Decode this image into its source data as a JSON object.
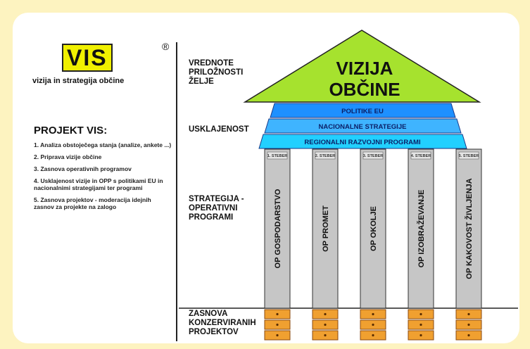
{
  "logo": {
    "text": "VIS",
    "registered": "®",
    "tagline": "vizija in strategija občine"
  },
  "project": {
    "title": "PROJEKT VIS:",
    "items": [
      "1. Analiza obstoječega stanja (analize, ankete ...)",
      "2. Priprava vizije občine",
      "3. Zasnova operativnih programov",
      "4. Usklajenost vizije in OPP s politikami EU in nacionalnimi strategijami ter programi",
      "5. Zasnova projektov - moderacija idejnih zasnov za projekte na zalogo"
    ]
  },
  "labels": {
    "values": "VREDNOTE\nPRILOŽNOSTI\nŽELJE",
    "alignment": "USKLAJENOST",
    "strategy": "STRATEGIJA -\nOPERATIVNI\nPROGRAMI",
    "projects": "ZASNOVA\nKONZERVIRANIH\nPROJEKTOV"
  },
  "roof": {
    "line1": "VIZIJA",
    "line2": "OBČINE"
  },
  "bands": [
    "POLITIKE EU",
    "NACIONALNE STRATEGIJE",
    "REGIONALNI RAZVOJNI PROGRAMI"
  ],
  "pillars": [
    {
      "head": "1. STEBER",
      "label": "OP GOSPODARSTVO"
    },
    {
      "head": "2. STEBER",
      "label": "OP PROMET"
    },
    {
      "head": "3. STEBER",
      "label": "OP OKOLJE"
    },
    {
      "head": "4. STEBER",
      "label": "OP IZOBRAŽEVANJE"
    },
    {
      "head": "5. STEBER",
      "label": "OP KAKOVOST ŽIVLJENJA"
    }
  ],
  "colors": {
    "roof": "#a6e22e",
    "band1": "#1e90ff",
    "band2": "#3fb4ff",
    "band3": "#22d0ff",
    "pillar": "#c6c6c6",
    "block": "#f0a030"
  }
}
